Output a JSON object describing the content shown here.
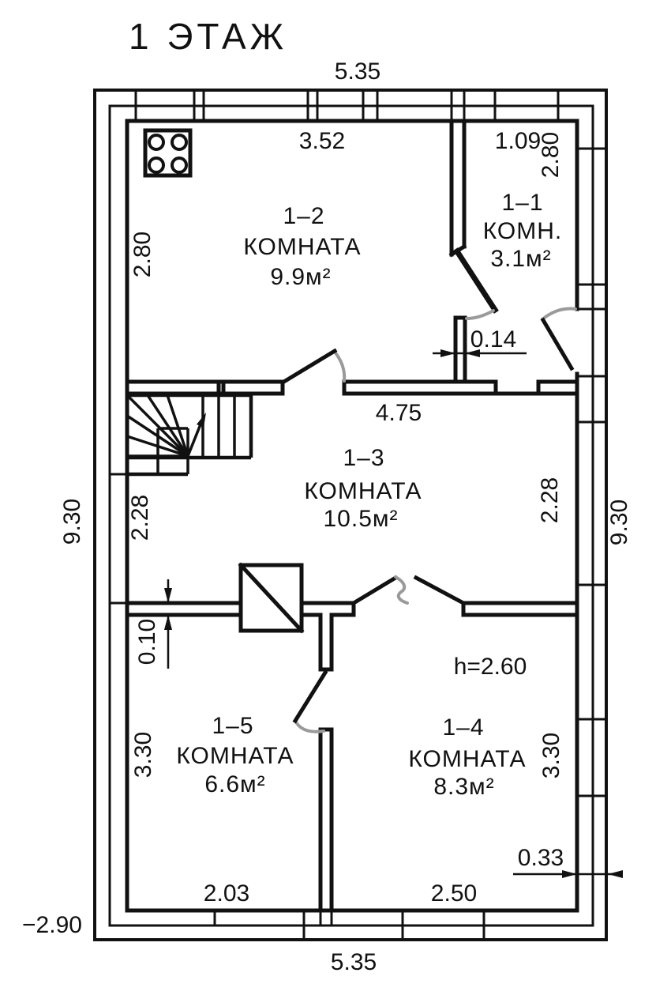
{
  "title": "1 ЭТАЖ",
  "colors": {
    "line": "#111111",
    "door_arc": "#9a9a9a",
    "background": "#ffffff"
  },
  "rooms": [
    {
      "id": "1–1",
      "type": "КОМН.",
      "area": "3.1м²"
    },
    {
      "id": "1–2",
      "type": "КОМНАТА",
      "area": "9.9м²"
    },
    {
      "id": "1–3",
      "type": "КОМНАТА",
      "area": "10.5м²"
    },
    {
      "id": "1–4",
      "type": "КОМНАТА",
      "area": "8.3м²"
    },
    {
      "id": "1–5",
      "type": "КОМНАТА",
      "area": "6.6м²"
    }
  ],
  "dims": {
    "top_width": "5.35",
    "bottom_width": "5.35",
    "left_total": "9.30",
    "right_total": "9.30",
    "room12_top": "3.52",
    "room11_top": "1.09",
    "room12_left": "2.80",
    "room11_right": "2.80",
    "hall_top": "4.75",
    "hall_left": "2.28",
    "hall_right": "2.28",
    "stub_thickness": "0.14",
    "partition_thickness": "0.10",
    "wall_thickness": "0.33",
    "room15_left": "3.30",
    "room14_right": "3.30",
    "room15_bottom": "2.03",
    "room14_bottom": "2.50",
    "ceiling_height": "h=2.60",
    "level_mark": "−2.90"
  }
}
